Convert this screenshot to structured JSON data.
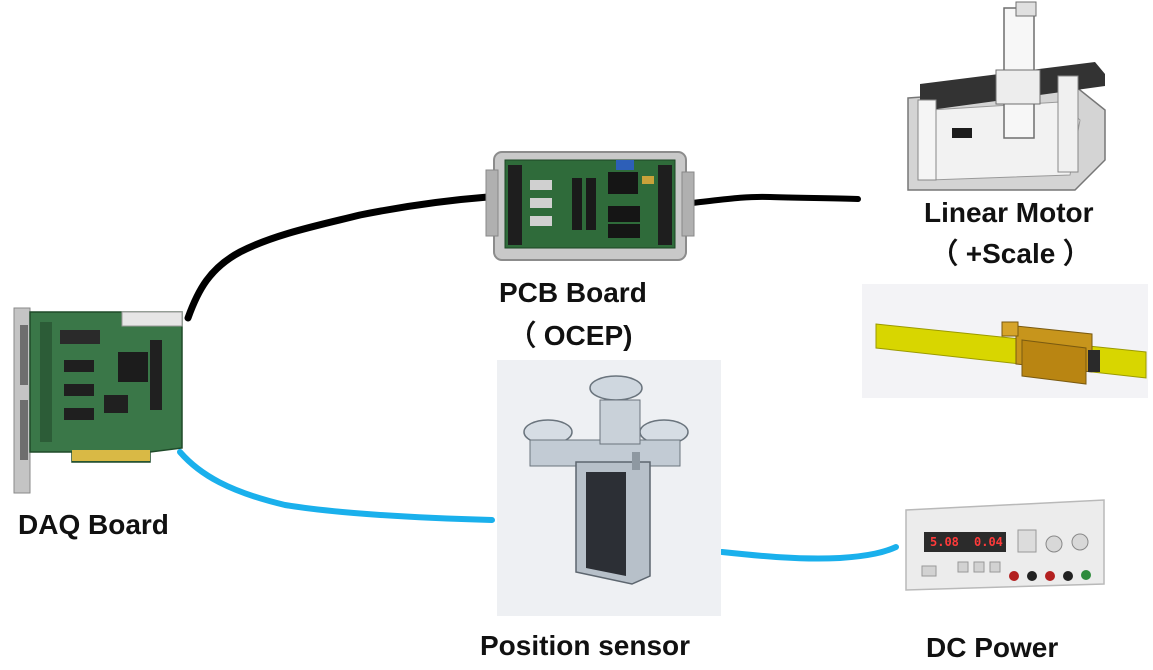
{
  "colors": {
    "wire_black": "#000000",
    "wire_blue": "#1ab0ec",
    "pcb_green": "#2f6b3a",
    "enclosure_gray": "#c9c9c9",
    "scale_yellow": "#d8d600",
    "readhead_gold": "#c7951c",
    "sensor_gray": "#b8c2cc"
  },
  "nodes": {
    "daq": {
      "label": "DAQ Board",
      "icon": "daq-board-icon"
    },
    "pcb": {
      "label_line1": "PCB Board",
      "label_line2": "（ OCEP)",
      "icon": "pcb-board-icon"
    },
    "motor": {
      "label_line1": "Linear Motor",
      "label_line2": "（ +Scale ）",
      "icon": "linear-motor-icon"
    },
    "scale": {
      "icon": "linear-scale-icon"
    },
    "sensor": {
      "label": "Position sensor",
      "icon": "position-sensor-icon"
    },
    "power": {
      "label": "DC Power",
      "icon": "dc-power-supply-icon",
      "display_left": "5.08",
      "display_right": "0.04"
    }
  },
  "connections": [
    {
      "from": "daq",
      "to": "pcb",
      "color": "black"
    },
    {
      "from": "pcb",
      "to": "motor",
      "color": "black"
    },
    {
      "from": "daq",
      "to": "sensor",
      "color": "blue"
    },
    {
      "from": "sensor",
      "to": "power",
      "color": "blue"
    }
  ]
}
